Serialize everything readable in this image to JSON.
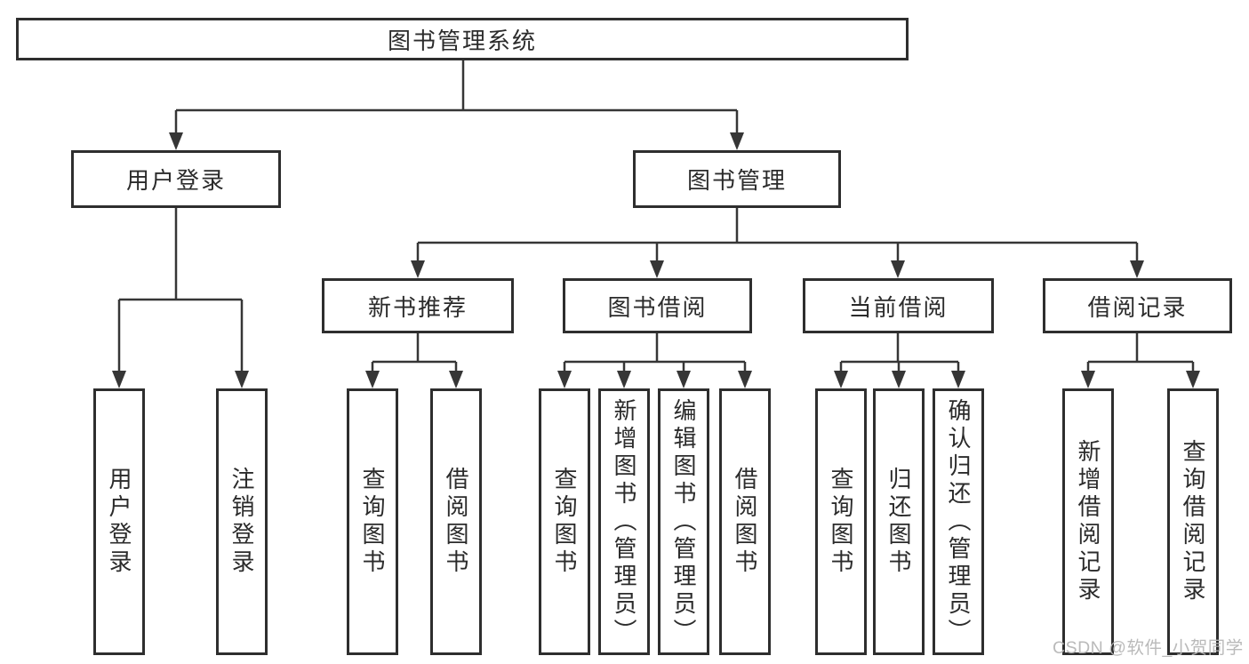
{
  "diagram": {
    "root": "图书管理系统",
    "user_login_branch": {
      "label": "用户登录",
      "children": [
        "用户登录",
        "注销登录"
      ]
    },
    "book_mgmt_branch": {
      "label": "图书管理",
      "groups": [
        {
          "label": "新书推荐",
          "children": [
            "查询图书",
            "借阅图书"
          ]
        },
        {
          "label": "图书借阅",
          "children": [
            "查询图书",
            "新增图书（管理员）",
            "编辑图书（管理员）",
            "借阅图书"
          ]
        },
        {
          "label": "当前借阅",
          "children": [
            "查询图书",
            "归还图书",
            "确认归还（管理员）"
          ]
        },
        {
          "label": "借阅记录",
          "children": [
            "新增借阅记录",
            "查询借阅记录"
          ]
        }
      ]
    },
    "watermark": "CSDN @软件_小贺同学"
  },
  "colors": {
    "background": "#ffffff",
    "line": "#363636",
    "box_border": "#2e2e2e",
    "text": "#2b2b2b",
    "watermark": "#b6b6b6"
  }
}
